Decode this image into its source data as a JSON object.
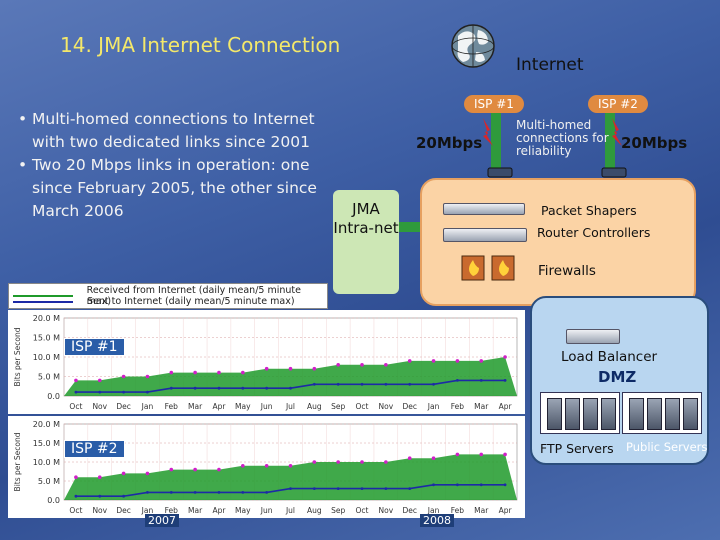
{
  "title": "14. JMA Internet Connection",
  "bullets": [
    "Multi-homed connections to Internet with two dedicated links since 2001",
    "Two 20 Mbps links in operation: one since February 2005, the other since March 2006"
  ],
  "bullet_glyph": "•",
  "network": {
    "internet_label": "Internet",
    "isp1_label": "ISP #1",
    "isp2_label": "ISP #2",
    "isp1_speed": "20Mbps",
    "isp2_speed": "20Mbps",
    "reliability_note": "Multi-homed connections for reliability",
    "intranet_label": "JMA Intra-net",
    "packet_shapers": "Packet Shapers",
    "router_controllers": "Router Controllers",
    "firewalls": "Firewalls",
    "load_balancer": "Load Balancer",
    "dmz": "DMZ",
    "ftp_servers": "FTP Servers",
    "public_servers": "Public Servers"
  },
  "colors": {
    "title": "#f4e86a",
    "intranet": "#cde7b5",
    "perimeter": "#fbd3a5",
    "dmz": "#b9d6f0",
    "link": "#2f9a3c",
    "received": "#1f9a2a",
    "sent": "#1c2aa6",
    "peak": "#d020c8"
  },
  "chart_data": [
    {
      "type": "area",
      "badge": "ISP #1",
      "ylabel": "Bits per Second",
      "ylim": [
        0,
        20
      ],
      "yticks": [
        "20.0 M",
        "15.0 M",
        "10.0 M",
        "5.0 M",
        "0.0"
      ],
      "categories": [
        "Oct",
        "Nov",
        "Dec",
        "Jan",
        "Feb",
        "Mar",
        "Apr",
        "May",
        "Jun",
        "Jul",
        "Aug",
        "Sep",
        "Oct",
        "Nov",
        "Dec",
        "Jan",
        "Feb",
        "Mar",
        "Apr"
      ],
      "legend": [
        "Received from Internet (daily mean/5 minute max)",
        "Sent to Internet (daily mean/5 minute max)"
      ],
      "series": [
        {
          "name": "Received from Internet (daily mean/5 minute max)",
          "values": [
            4,
            4,
            5,
            5,
            6,
            6,
            6,
            6,
            7,
            7,
            7,
            8,
            8,
            8,
            9,
            9,
            9,
            9,
            10
          ]
        },
        {
          "name": "Sent to Internet (daily mean/5 minute max)",
          "values": [
            1,
            1,
            1,
            1,
            2,
            2,
            2,
            2,
            2,
            2,
            3,
            3,
            3,
            3,
            3,
            3,
            4,
            4,
            4
          ]
        }
      ]
    },
    {
      "type": "area",
      "badge": "ISP #2",
      "ylabel": "Bits per Second",
      "ylim": [
        0,
        20
      ],
      "yticks": [
        "20.0 M",
        "15.0 M",
        "10.0 M",
        "5.0 M",
        "0.0"
      ],
      "categories": [
        "Oct",
        "Nov",
        "Dec",
        "Jan",
        "Feb",
        "Mar",
        "Apr",
        "May",
        "Jun",
        "Jul",
        "Aug",
        "Sep",
        "Oct",
        "Nov",
        "Dec",
        "Jan",
        "Feb",
        "Mar",
        "Apr"
      ],
      "years": [
        "2007",
        "2008"
      ],
      "series": [
        {
          "name": "Received from Internet (daily mean/5 minute max)",
          "values": [
            6,
            6,
            7,
            7,
            8,
            8,
            8,
            9,
            9,
            9,
            10,
            10,
            10,
            10,
            11,
            11,
            12,
            12,
            12
          ]
        },
        {
          "name": "Sent to Internet (daily mean/5 minute max)",
          "values": [
            1,
            1,
            1,
            2,
            2,
            2,
            2,
            2,
            2,
            3,
            3,
            3,
            3,
            3,
            3,
            4,
            4,
            4,
            4
          ]
        }
      ]
    }
  ]
}
